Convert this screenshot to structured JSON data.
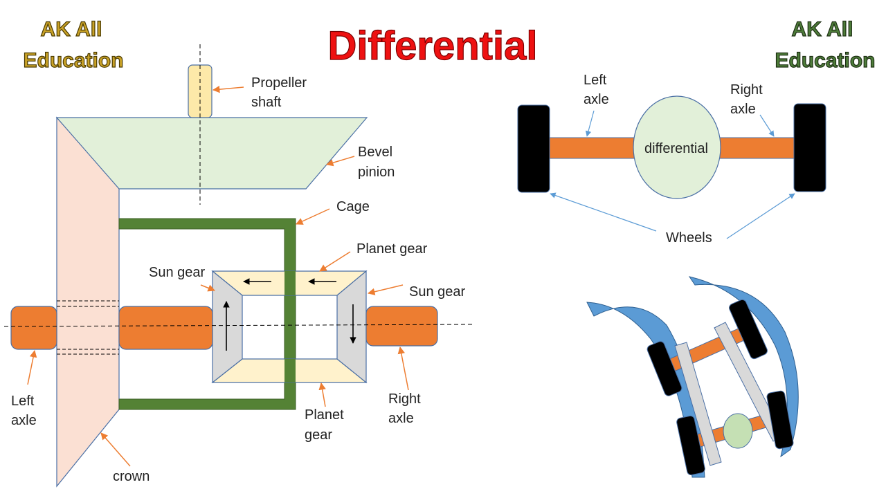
{
  "title": "Differential",
  "branding": {
    "left": [
      "AK All",
      "Education"
    ],
    "right": [
      "AK All",
      "Education"
    ]
  },
  "colors": {
    "title": "#ee1111",
    "brand_left": "#c9a227",
    "brand_right": "#4e7d3a",
    "axle": "#ed7d31",
    "cage": "#548235",
    "bevel_pinion": "#e2f0d9",
    "crown": "#fbe0d3",
    "propeller": "#fde9a9",
    "planet_gear": "#fff2cc",
    "sun_gear": "#d9d9d9",
    "wheel": "#000000",
    "differential_body": "#e2f0d9",
    "road_curve": "#5b9bd5",
    "pointer_orange": "#ed7d31",
    "pointer_blue": "#5b9bd5"
  },
  "left_diagram": {
    "labels": {
      "propeller_shaft": [
        "Propeller",
        "shaft"
      ],
      "bevel_pinion": [
        "Bevel",
        "pinion"
      ],
      "cage": "Cage",
      "planet_gear_top": "Planet gear",
      "sun_gear_left": "Sun gear",
      "sun_gear_right": "Sun gear",
      "left_axle": [
        "Left",
        "axle"
      ],
      "right_axle": [
        "Right",
        "axle"
      ],
      "planet_gear_bottom": [
        "Planet",
        "gear"
      ],
      "crown": "crown"
    }
  },
  "right_top_diagram": {
    "labels": {
      "left_axle": [
        "Left",
        "axle"
      ],
      "right_axle": [
        "Right",
        "axle"
      ],
      "differential": "differential",
      "wheels": "Wheels"
    }
  }
}
